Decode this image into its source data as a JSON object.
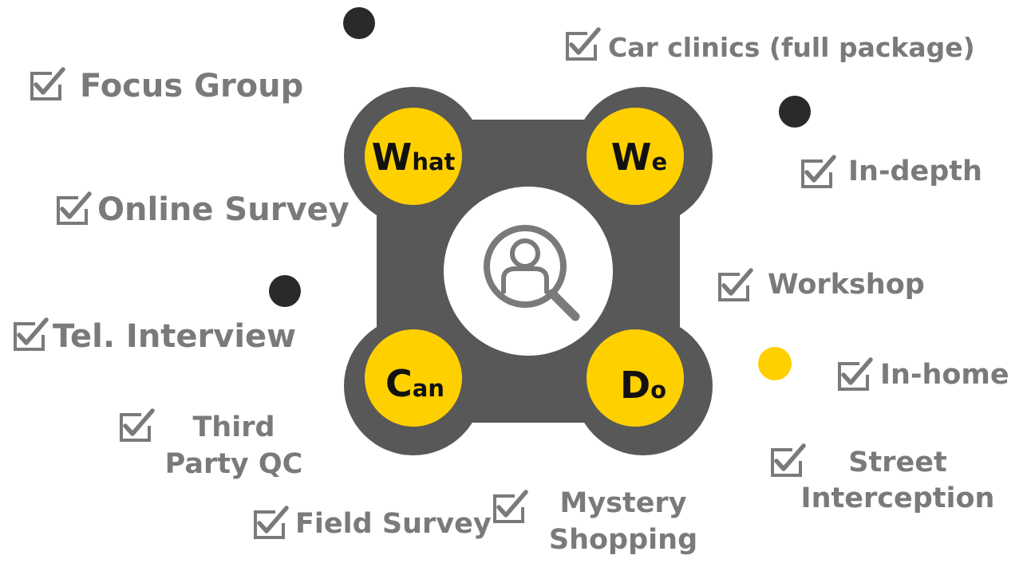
{
  "center": {
    "icon": "user-search-icon",
    "words": [
      {
        "big": "W",
        "small": "hat"
      },
      {
        "big": "W",
        "small": "e"
      },
      {
        "big": "C",
        "small": "an"
      },
      {
        "big": "D",
        "small": "o"
      }
    ]
  },
  "colors": {
    "frame": "#585858",
    "accent": "#ffd000",
    "label": "#7a7a7a",
    "dot_dark": "#2a2a2a",
    "text_dark": "#111111"
  },
  "services": [
    {
      "lines": [
        "Focus Group"
      ]
    },
    {
      "lines": [
        "Online Survey"
      ]
    },
    {
      "lines": [
        "Tel. Interview"
      ]
    },
    {
      "lines": [
        "Third",
        "Party QC"
      ]
    },
    {
      "lines": [
        "Field Survey"
      ]
    },
    {
      "lines": [
        "Mystery",
        "Shopping"
      ]
    },
    {
      "lines": [
        "Car clinics (full package)"
      ]
    },
    {
      "lines": [
        "In-depth"
      ]
    },
    {
      "lines": [
        "Workshop"
      ]
    },
    {
      "lines": [
        "In-home"
      ]
    },
    {
      "lines": [
        "Street",
        "Interception"
      ]
    }
  ]
}
